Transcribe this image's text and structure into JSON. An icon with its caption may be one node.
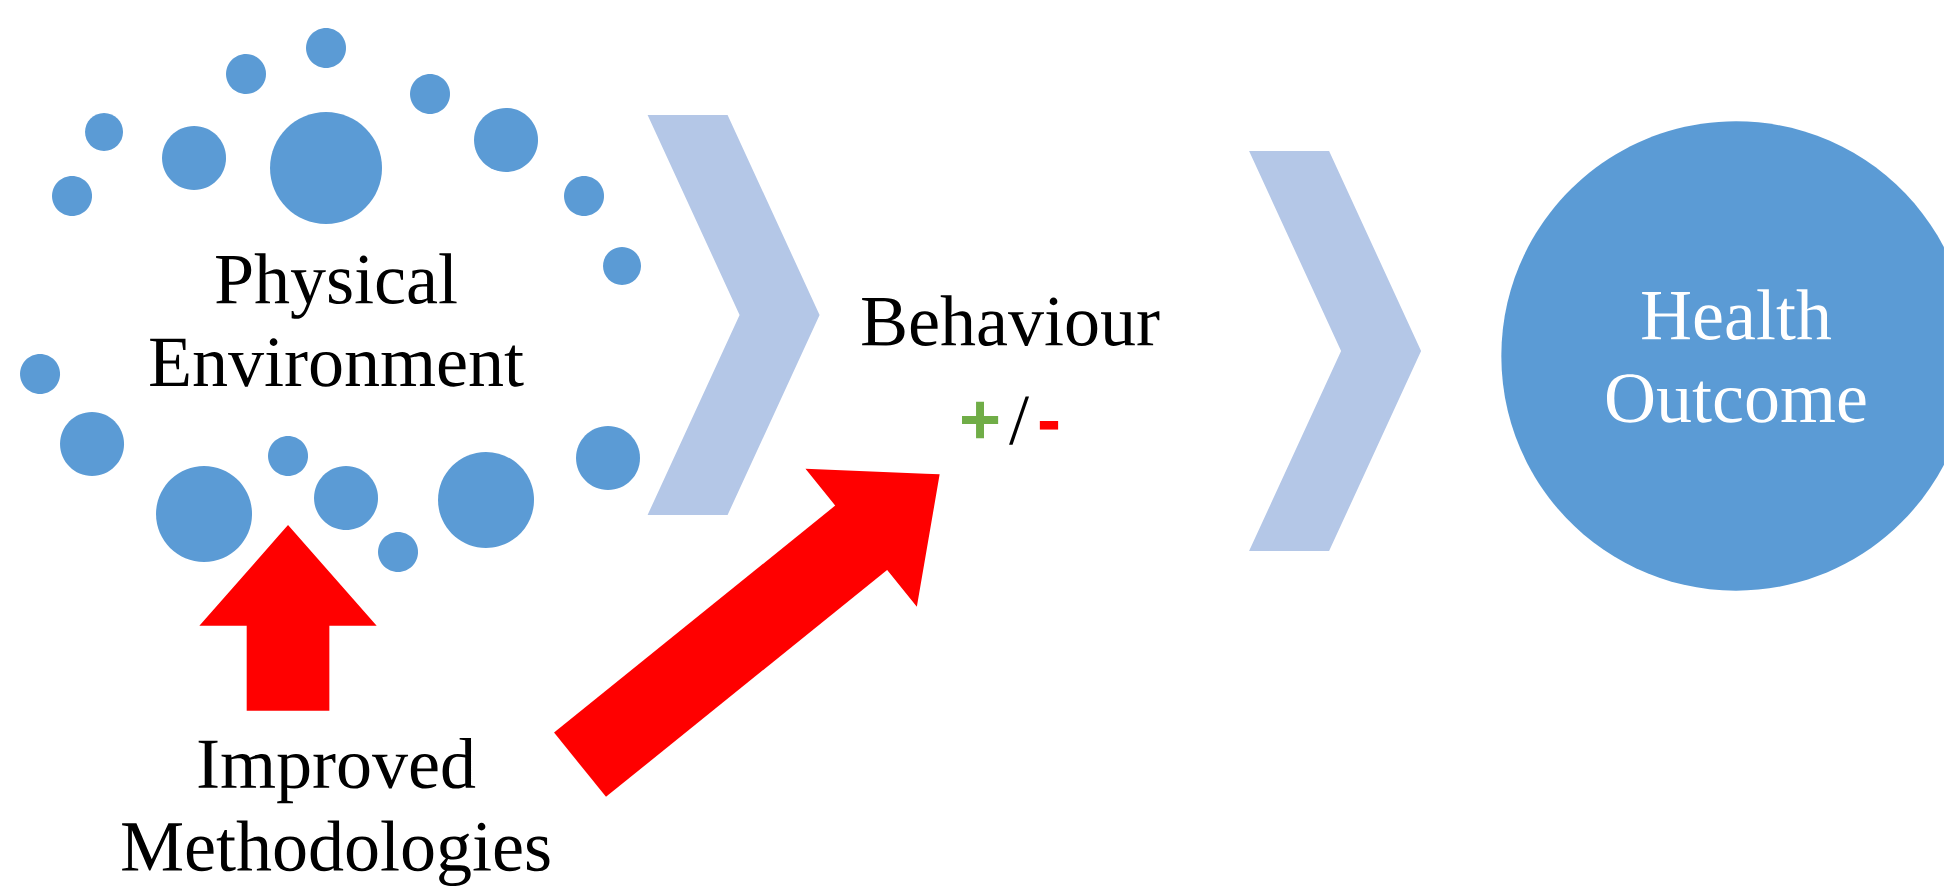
{
  "diagram": {
    "nodes": [
      {
        "text": [
          "Physical Environment"
        ]
      },
      {
        "text": [
          "Behaviour",
          "+",
          "/",
          "-"
        ]
      },
      {
        "text": [
          "Health Outcome"
        ]
      },
      {
        "text": [
          "Improved Methodologies"
        ]
      }
    ],
    "edges": [
      {
        "from": 0,
        "to": 1,
        "arrow": "to",
        "color": "#b4c7e7"
      },
      {
        "from": 1,
        "to": 2,
        "arrow": "to",
        "color": "#b4c7e7"
      },
      {
        "from": 3,
        "to": 0,
        "arrow": "to",
        "color": "#ff0000"
      },
      {
        "from": 3,
        "to": 1,
        "arrow": "to",
        "color": "#ff0000"
      }
    ]
  }
}
